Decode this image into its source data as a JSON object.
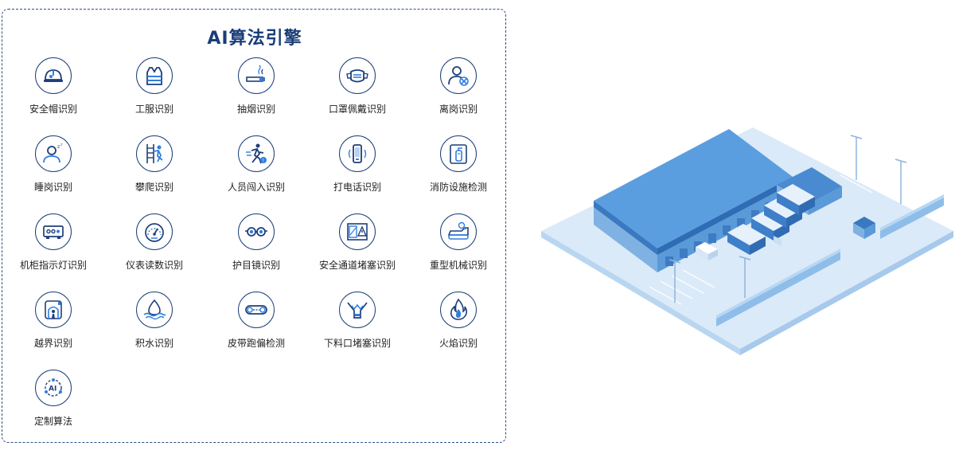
{
  "panel": {
    "title": "AI算法引擎",
    "items": [
      {
        "label": "安全帽识别",
        "icon": "helmet-icon"
      },
      {
        "label": "工服识别",
        "icon": "vest-icon"
      },
      {
        "label": "抽烟识别",
        "icon": "cigarette-icon"
      },
      {
        "label": "口罩佩戴识别",
        "icon": "mask-icon"
      },
      {
        "label": "离岗识别",
        "icon": "user-off-icon"
      },
      {
        "label": "睡岗识别",
        "icon": "sleep-icon"
      },
      {
        "label": "攀爬识别",
        "icon": "climb-icon"
      },
      {
        "label": "人员闯入识别",
        "icon": "intrusion-icon"
      },
      {
        "label": "打电话识别",
        "icon": "phone-icon"
      },
      {
        "label": "消防设施检测",
        "icon": "extinguisher-icon"
      },
      {
        "label": "机柜指示灯识别",
        "icon": "cabinet-light-icon"
      },
      {
        "label": "仪表读数识别",
        "icon": "gauge-icon"
      },
      {
        "label": "护目镜识别",
        "icon": "goggles-icon"
      },
      {
        "label": "安全通道堵塞识别",
        "icon": "blocked-passage-icon"
      },
      {
        "label": "重型机械识别",
        "icon": "heavy-machine-icon"
      },
      {
        "label": "越界识别",
        "icon": "boundary-icon"
      },
      {
        "label": "积水识别",
        "icon": "water-icon"
      },
      {
        "label": "皮带跑偏检测",
        "icon": "belt-icon"
      },
      {
        "label": "下料口堵塞识别",
        "icon": "hopper-icon"
      },
      {
        "label": "火焰识别",
        "icon": "flame-icon"
      },
      {
        "label": "定制算法",
        "icon": "ai-custom-icon"
      }
    ]
  },
  "colors": {
    "primary": "#1e3f7a",
    "accent": "#2f7fe0",
    "building": "#5a9ad8"
  }
}
